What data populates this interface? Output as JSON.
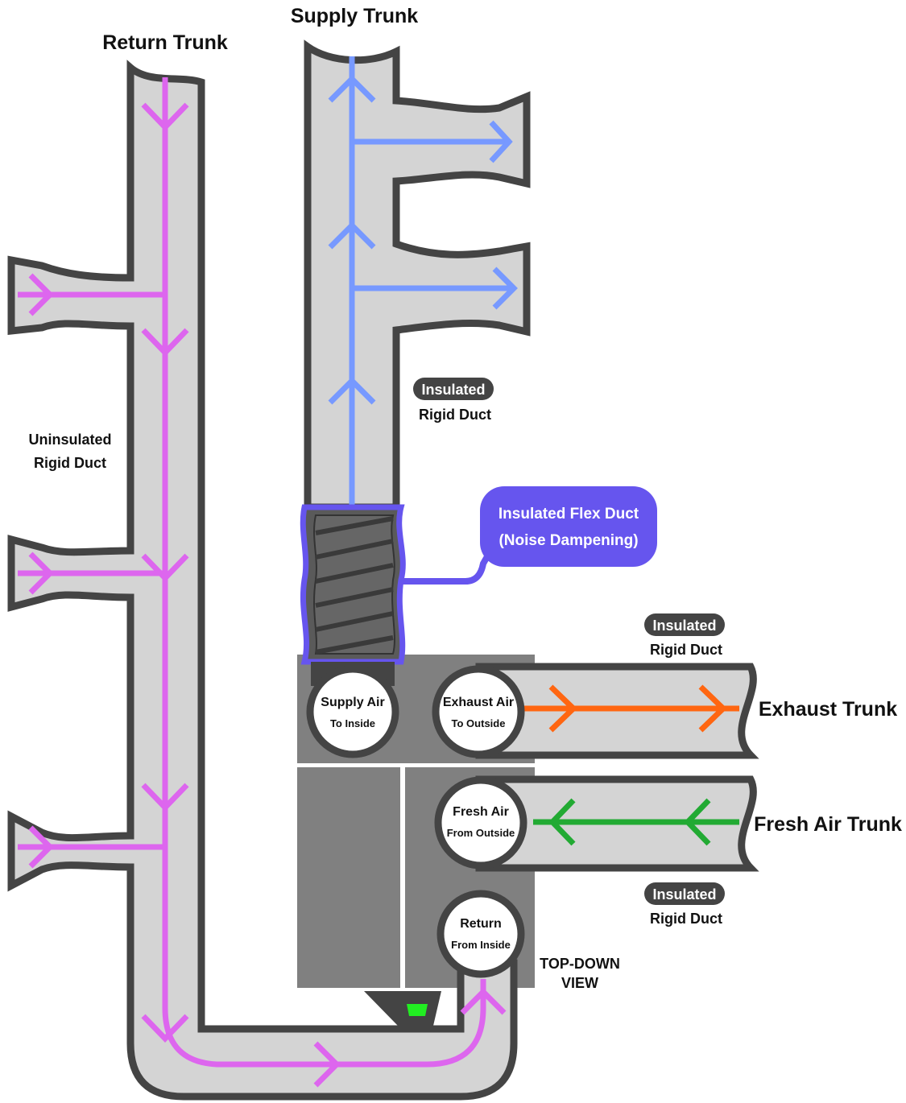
{
  "labels": {
    "supply_trunk": "Supply Trunk",
    "return_trunk": "Return Trunk",
    "exhaust_trunk": "Exhaust Trunk",
    "fresh_air_trunk": "Fresh Air Trunk",
    "uninsulated_line1": "Uninsulated",
    "uninsulated_line2": "Rigid Duct",
    "view_line1": "TOP-DOWN",
    "view_line2": "VIEW"
  },
  "pills": {
    "supply": {
      "tag": "Insulated",
      "text": "Rigid Duct"
    },
    "exhaust": {
      "tag": "Insulated",
      "text": "Rigid Duct"
    },
    "fresh": {
      "tag": "Insulated",
      "text": "Rigid Duct"
    }
  },
  "callout": {
    "line1": "Insulated Flex Duct",
    "line2": "(Noise Dampening)"
  },
  "ports": {
    "supply_air": {
      "title": "Supply Air",
      "sub": "To Inside"
    },
    "exhaust_air": {
      "title": "Exhaust Air",
      "sub": "To Outside"
    },
    "fresh_air": {
      "title": "Fresh Air",
      "sub": "From Outside"
    },
    "return": {
      "title": "Return",
      "sub": "From Inside"
    }
  },
  "colors": {
    "return_flow": "#dd66ee",
    "supply_flow": "#7799ff",
    "exhaust_flow": "#ff6611",
    "fresh_flow": "#22aa33",
    "flex_duct": "#6655ee",
    "duct_fill": "#d4d4d4",
    "duct_outline": "#444444",
    "unit_body": "#808080",
    "indicator_light": "#22ee22"
  }
}
